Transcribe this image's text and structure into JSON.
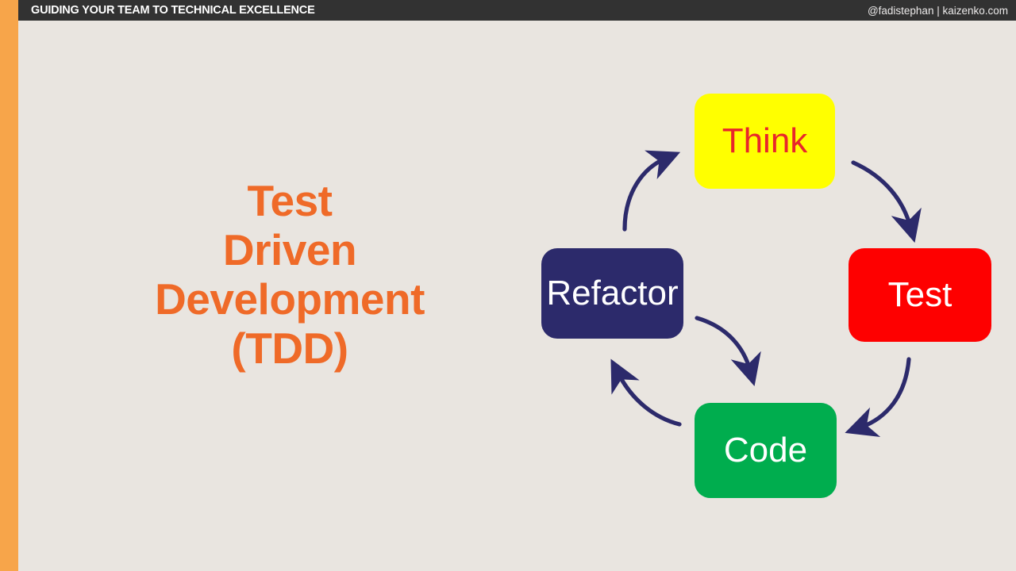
{
  "header": {
    "title": "GUIDING YOUR TEAM TO TECHNICAL EXCELLENCE",
    "handle": "@fadistephan | kaizenko.com",
    "bar_color": "#323232",
    "text_color": "#ffffff"
  },
  "accent": {
    "color": "#f7a54a"
  },
  "slide": {
    "background_color": "#e9e5e0"
  },
  "title": {
    "lines": [
      "Test",
      "Driven",
      "Development",
      "(TDD)"
    ],
    "color": "#ef6a28"
  },
  "diagram": {
    "type": "cycle",
    "arrow_color": "#2c2a6b",
    "nodes": [
      {
        "id": "think",
        "label": "Think",
        "fill": "#ffff00",
        "text_color": "#e8262b"
      },
      {
        "id": "test",
        "label": "Test",
        "fill": "#fe0000",
        "text_color": "#ffffff"
      },
      {
        "id": "code",
        "label": "Code",
        "fill": "#00ad4e",
        "text_color": "#ffffff"
      },
      {
        "id": "refactor",
        "label": "Refactor",
        "fill": "#2c2a6b",
        "text_color": "#ffffff"
      }
    ],
    "edges": [
      {
        "from": "refactor",
        "to": "think"
      },
      {
        "from": "think",
        "to": "test"
      },
      {
        "from": "test",
        "to": "code"
      },
      {
        "from": "code",
        "to": "refactor"
      },
      {
        "from": "refactor",
        "to": "code"
      }
    ]
  }
}
